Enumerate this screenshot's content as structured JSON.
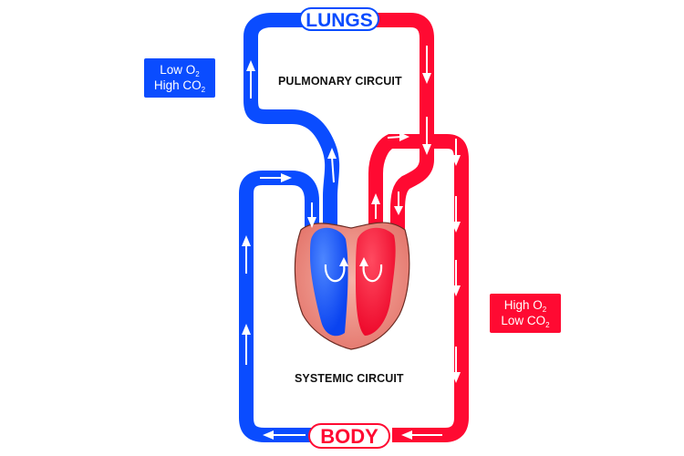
{
  "title": "Double circulation diagram",
  "colors": {
    "deoxygenated": "#0a4cff",
    "oxygenated": "#ff0a32",
    "heart_tissue": "#ec8a82",
    "arrow": "#ffffff",
    "label_text": "#111111"
  },
  "labels": {
    "lungs": "LUNGS",
    "body": "BODY",
    "pulmonary_circuit": "PULMONARY CIRCUIT",
    "systemic_circuit": "SYSTEMIC CIRCUIT"
  },
  "info_boxes": {
    "deoxygenated": {
      "line1_prefix": "Low O",
      "line1_sub": "2",
      "line2_prefix": "High CO",
      "line2_sub": "2"
    },
    "oxygenated": {
      "line1_prefix": "High O",
      "line1_sub": "2",
      "line2_prefix": "Low CO",
      "line2_sub": "2"
    }
  },
  "flow": {
    "pulmonary_artery": "heart right side to lungs (blue, upward)",
    "pulmonary_vein": "lungs to heart left side (red, downward)",
    "aorta": "heart left side to body (red, downward)",
    "vena_cava": "body to heart right side (blue, upward)"
  }
}
